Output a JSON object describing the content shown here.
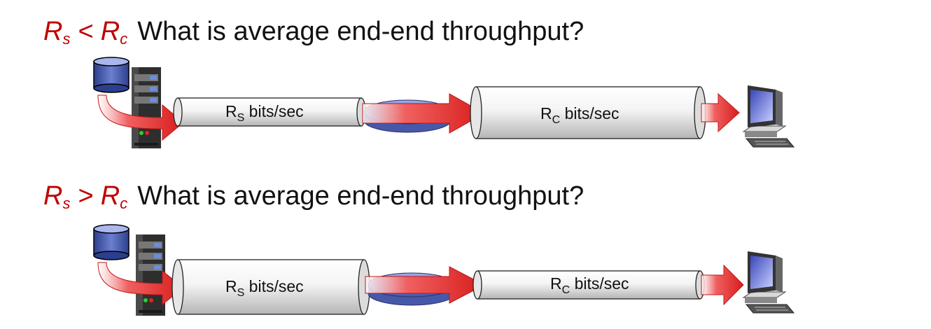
{
  "scenarios": [
    {
      "rel_left": "R",
      "rel_left_sub": "s",
      "operator": "<",
      "rel_right": "R",
      "rel_right_sub": "c",
      "question": "What is average end-end throughput?",
      "server_link": {
        "prefix": "R",
        "sub": "S",
        "suffix": " bits/sec"
      },
      "client_link": {
        "prefix": "R",
        "sub": "C",
        "suffix": " bits/sec"
      }
    },
    {
      "rel_left": "R",
      "rel_left_sub": "s",
      "operator": ">",
      "rel_right": "R",
      "rel_right_sub": "c",
      "question": "What is average end-end throughput?",
      "server_link": {
        "prefix": "R",
        "sub": "S",
        "suffix": " bits/sec"
      },
      "client_link": {
        "prefix": "R",
        "sub": "C",
        "suffix": " bits/sec"
      }
    }
  ],
  "icons": [
    "database-icon",
    "server-icon",
    "router-icon",
    "computer-icon"
  ],
  "colors": {
    "accent": "#c00000",
    "arrow": "#e83030",
    "router": "#6b7bc8"
  }
}
